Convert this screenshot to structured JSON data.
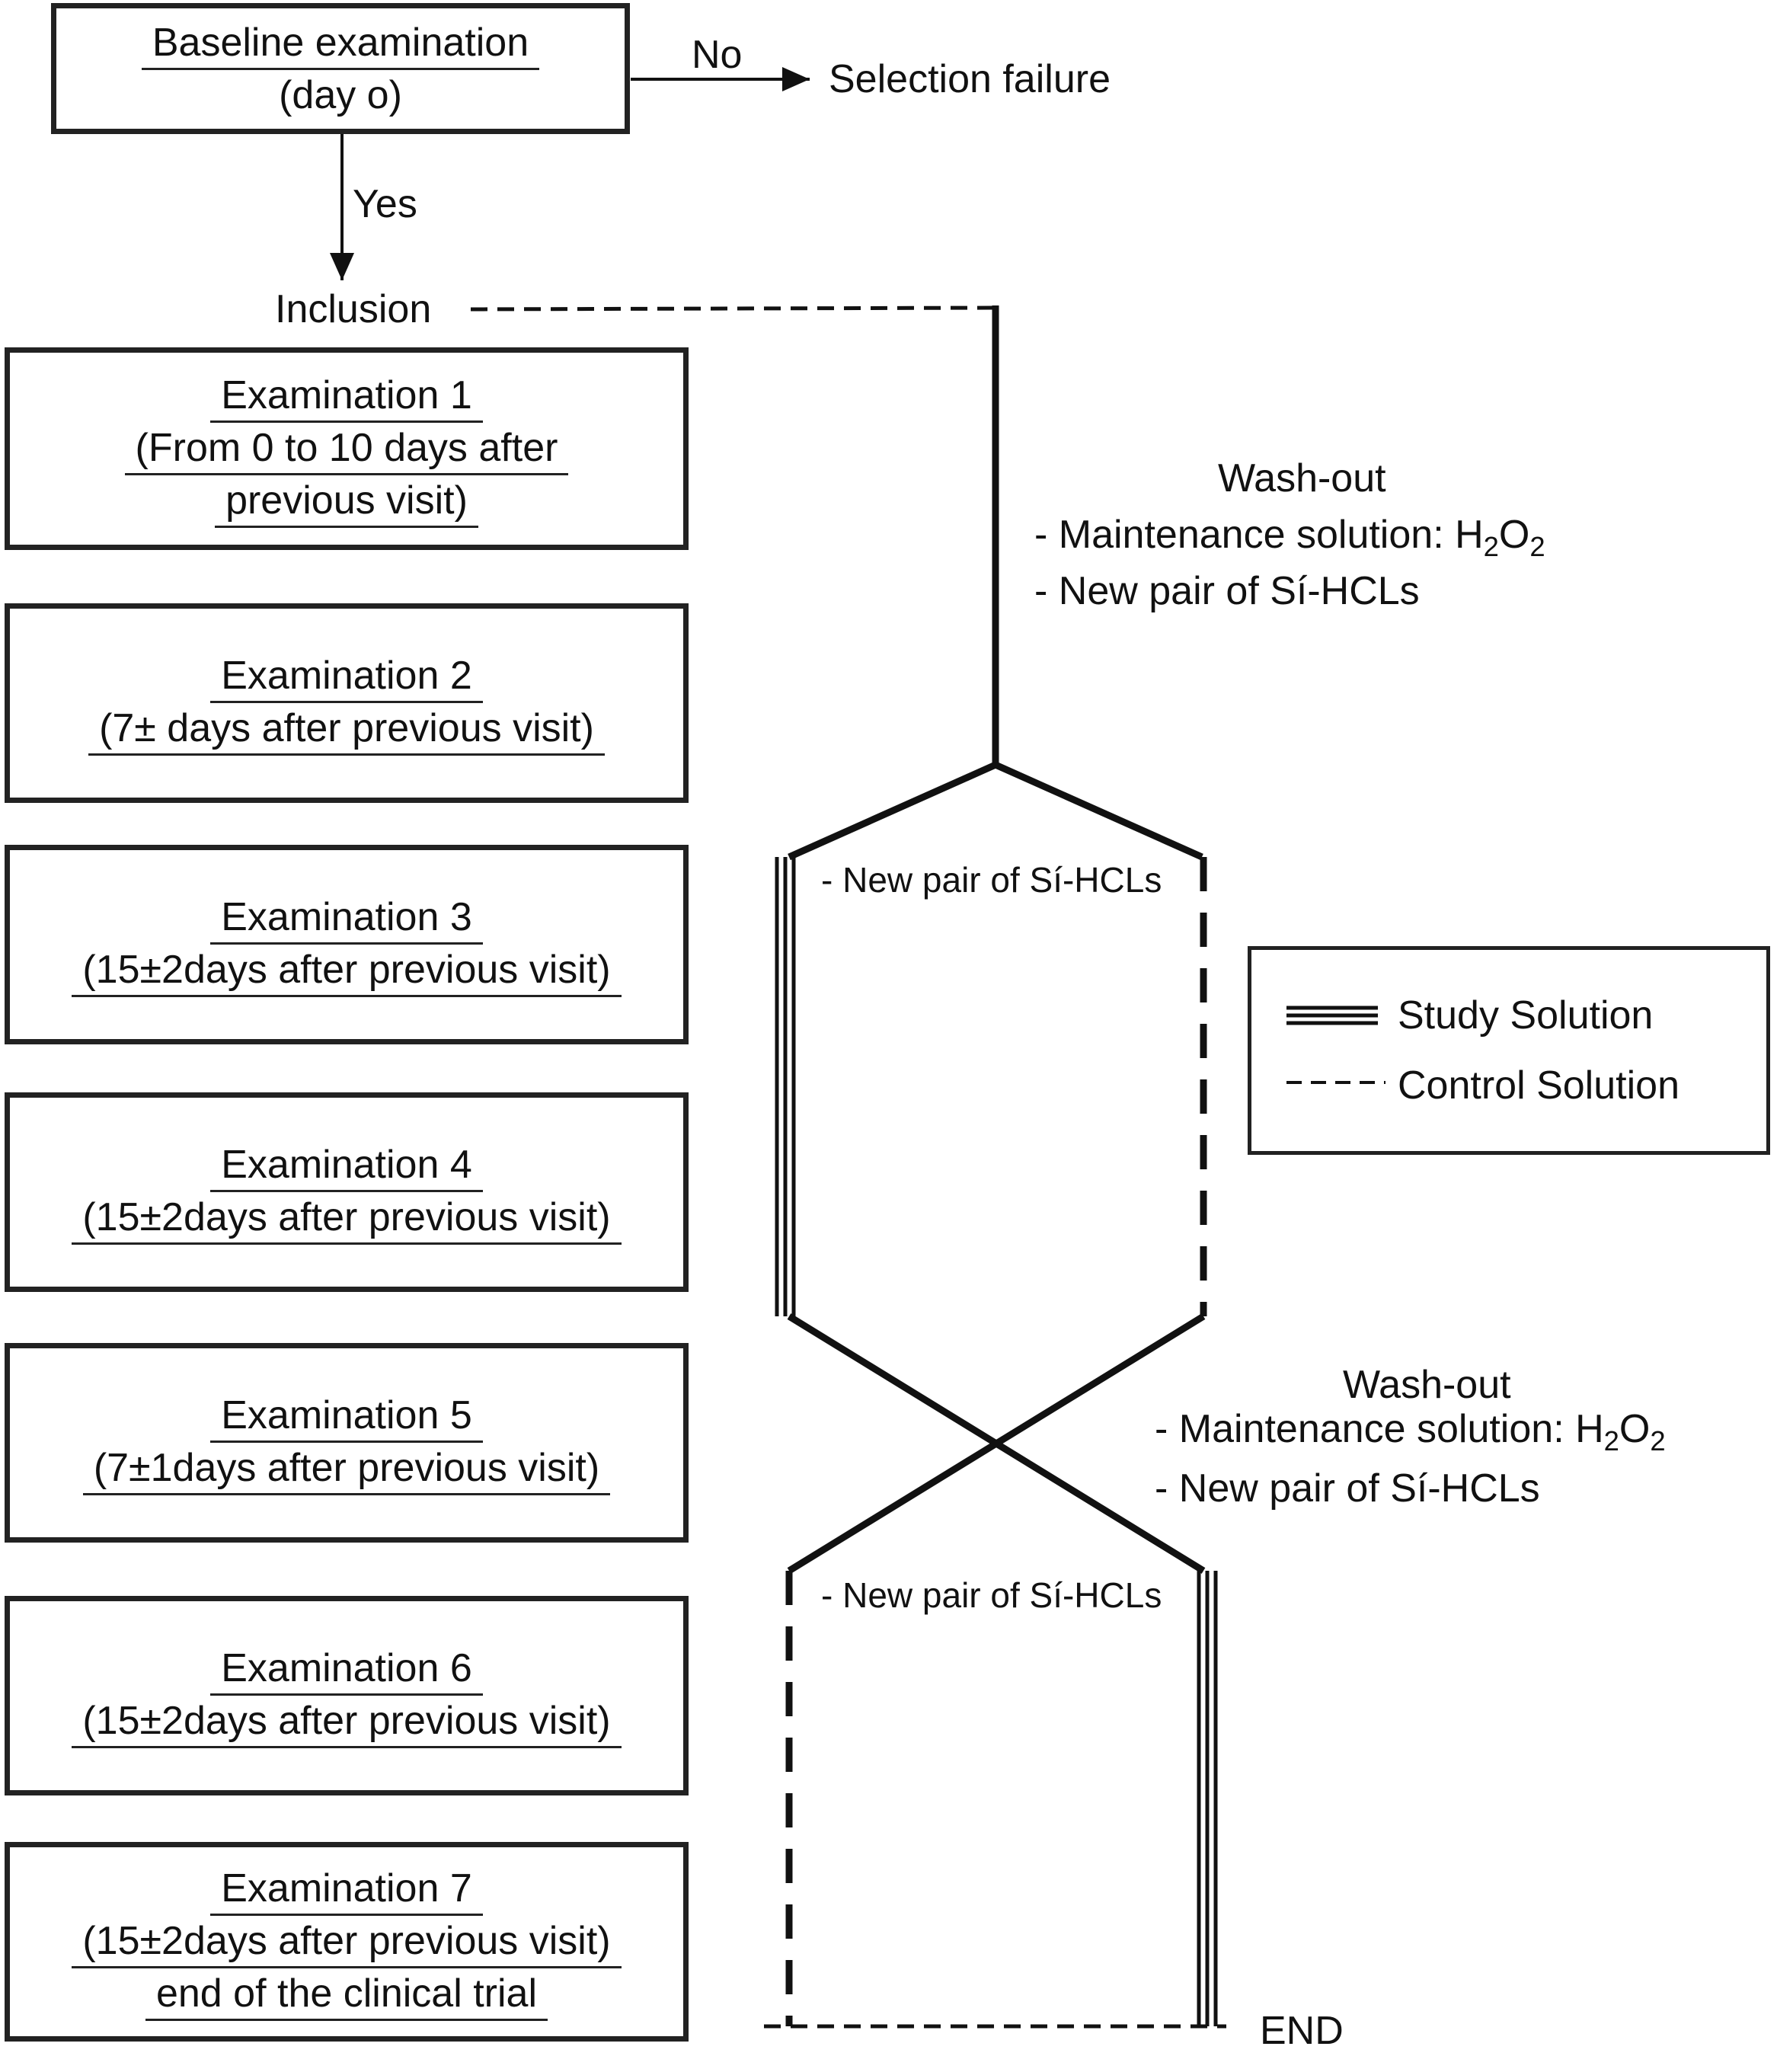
{
  "baseline": {
    "line1": "Baseline examination",
    "line2": "(day o)"
  },
  "decisions": {
    "no": "No",
    "yes": "Yes"
  },
  "selection_failure": "Selection failure",
  "inclusion": "Inclusion",
  "exams": [
    {
      "lines": [
        "Examination 1",
        "(From 0 to 10 days after",
        "previous visit)"
      ]
    },
    {
      "lines": [
        "Examination 2",
        "(7± days after previous visit)"
      ]
    },
    {
      "lines": [
        "Examination 3",
        "(15±2days after previous visit)"
      ]
    },
    {
      "lines": [
        "Examination 4",
        "(15±2days after previous visit)"
      ]
    },
    {
      "lines": [
        "Examination 5",
        "(7±1days after previous visit)"
      ]
    },
    {
      "lines": [
        "Examination 6",
        "(15±2days after previous visit)"
      ]
    },
    {
      "lines": [
        "Examination 7",
        "(15±2days after previous visit)",
        "end of the clinical trial"
      ]
    }
  ],
  "washout1": {
    "title": "Wash-out",
    "maint_prefix": "- Maintenance solution: H",
    "maint_sub1": "2",
    "maint_mid": "O",
    "maint_sub2": "2",
    "new_pair": "- New pair of Sí-HCLs"
  },
  "washout2": {
    "title": "Wash-out",
    "maint_prefix": "- Maintenance solution: H",
    "maint_sub1": "2",
    "maint_mid": "O",
    "maint_sub2": "2",
    "new_pair": "- New pair of Sí-HCLs"
  },
  "new_pair_label_1": "- New pair of Sí-HCLs",
  "new_pair_label_2": "- New pair of Sí-HCLs",
  "legend": {
    "study": "Study Solution",
    "control": "Control Solution"
  },
  "end_label": "END"
}
